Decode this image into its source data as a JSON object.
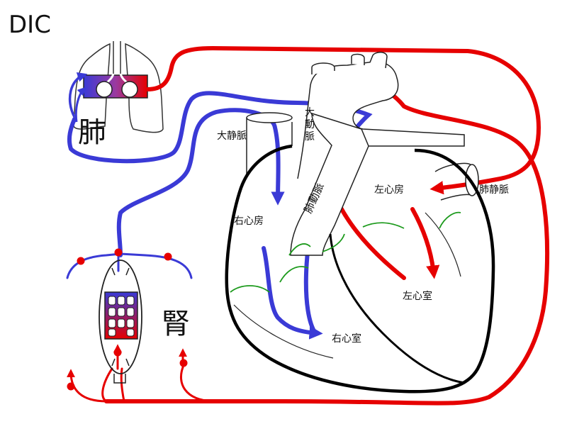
{
  "title": "DIC",
  "labels": {
    "lung": "肺",
    "kidney": "腎",
    "vena_cava": "大静脈",
    "aorta": "大動脈",
    "pulmonary_artery": "肺動脈",
    "pulmonary_vein": "肺静脈",
    "right_atrium": "右心房",
    "right_ventricle": "右心室",
    "left_atrium": "左心房",
    "left_ventricle": "左心室"
  },
  "colors": {
    "arterial": "#e60000",
    "venous": "#3a3ad6",
    "outline": "#000000",
    "valve": "#1c9a1c",
    "organ_grad_top": "#3a3ad6",
    "organ_grad_bottom": "#e60000"
  }
}
